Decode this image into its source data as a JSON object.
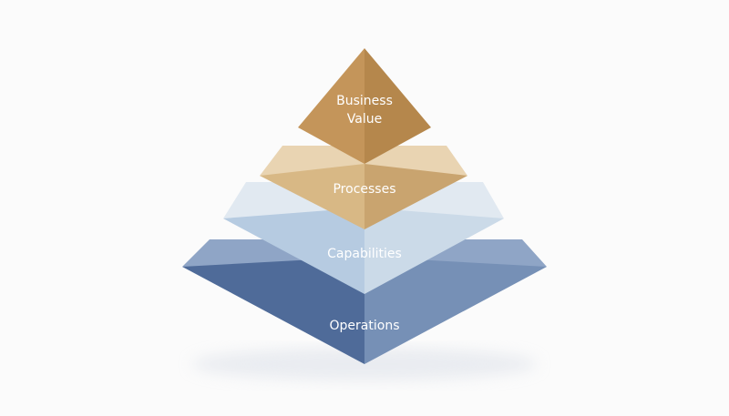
{
  "diagram": {
    "type": "pyramid",
    "levels": [
      {
        "line1": "Business",
        "line2": "Value"
      },
      {
        "label": "Processes"
      },
      {
        "label": "Capabilities"
      },
      {
        "label": "Operations"
      }
    ]
  },
  "colors": {
    "gold": "#c3955a",
    "tan": "#d6b583",
    "light_blue": "#c3d4e6",
    "steel_blue": "#5f7aa6"
  }
}
